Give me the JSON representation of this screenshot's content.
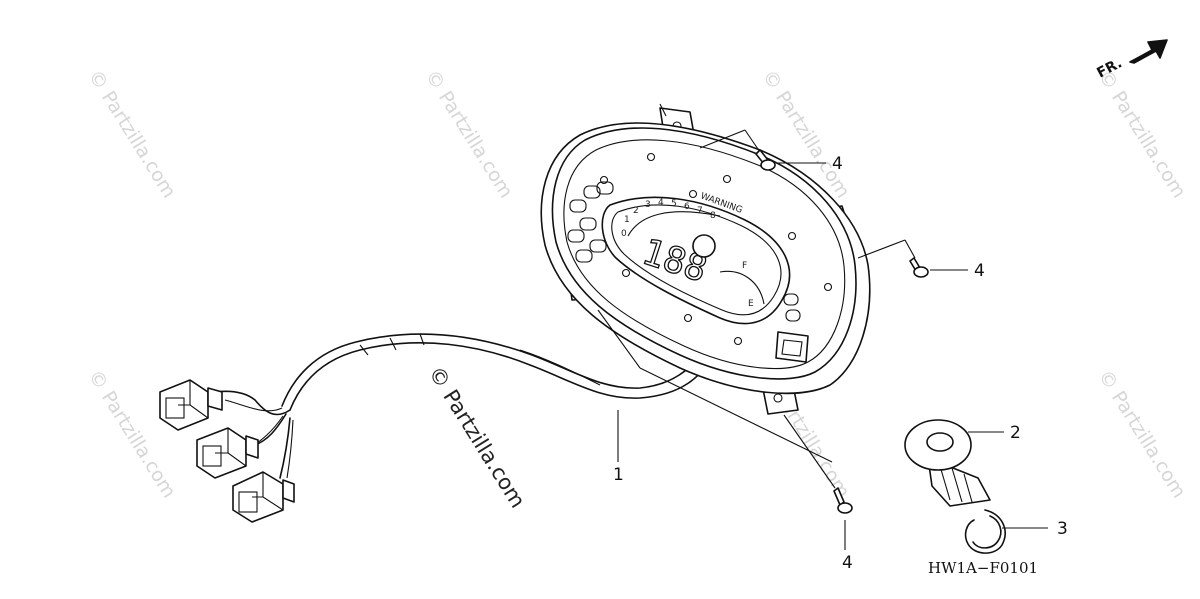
{
  "diagram": {
    "watermark": "© Partzilla.com",
    "watermark_center": "© Partzilla.com",
    "direction_label": "FR.",
    "drawing_code": "HW1A−F0101",
    "callouts": {
      "meter_assembly": "1",
      "grommet": "2",
      "clip": "3",
      "screw_top_right": "4",
      "screw_right": "4",
      "screw_bottom": "4"
    },
    "display": {
      "warning_text": "WARNING",
      "fuel_full": "F",
      "fuel_empty": "E",
      "odometer_digits": "188",
      "tach_scale": [
        "0",
        "1",
        "2",
        "3",
        "4",
        "5",
        "6",
        "7",
        "8"
      ]
    }
  }
}
